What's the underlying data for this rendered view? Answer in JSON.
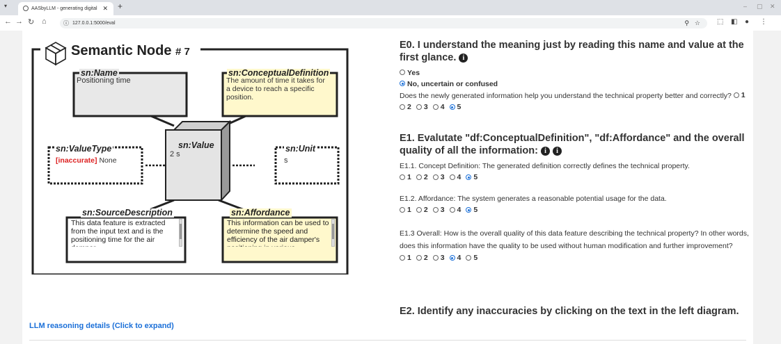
{
  "browser": {
    "tab_title": "AASbyLLM - generating digital",
    "url": "127.0.0.1:5000/eval"
  },
  "diagram": {
    "node_title": "Semantic Node",
    "node_number": "# 7",
    "name": {
      "header": "sn:Name",
      "value": "Positioning time"
    },
    "conceptual_definition": {
      "header": "sn:ConceptualDefinition",
      "value": "The amount of time it takes for a device to reach a specific position."
    },
    "value": {
      "header": "sn:Value",
      "value": "2 s"
    },
    "value_type": {
      "header": "sn:ValueType",
      "tag": "[inaccurate]",
      "value": "None"
    },
    "unit": {
      "header": "sn:Unit",
      "value": "s"
    },
    "source_description": {
      "header": "sn:SourceDescription",
      "value": "This data feature is extracted from the input text and is the positioning time for the air damper."
    },
    "affordance": {
      "header": "sn:Affordance",
      "value": "This information can be used to determine the speed and efficiency of the air damper's positioning in various"
    }
  },
  "llm_link": "LLM reasoning details (Click to expand)",
  "questions": {
    "e0": {
      "title": "E0. I understand the meaning just by reading this name and value at the first glance.",
      "yes": "Yes",
      "no": "No, uncertain or confused",
      "followup": "Does the newly generated information help you understand the technical property better and correctly?",
      "selected_choice": "no",
      "selected_rating": 5
    },
    "e1": {
      "title": "E1. Evalutate \"df:ConceptualDefinition\", \"df:Affordance\" and the overall quality of all the information:",
      "q1": "E1.1. Concept Definition: The generated definition correctly defines the technical property.",
      "q1_rating": 5,
      "q2": "E1.2. Affordance: The system generates a reasonable potential usage for the data.",
      "q2_rating": 5,
      "q3": "E1.3 Overall: How is the overall quality of this data feature describing the technical property? In other words, does this information have the quality to be used without human modification and further improvement?",
      "q3_rating": 4
    },
    "e2": {
      "title": "E2. Identify any inaccuracies by clicking on the text in the left diagram."
    }
  },
  "rating_labels": [
    "1",
    "2",
    "3",
    "4",
    "5"
  ],
  "info_glyph": "i",
  "colors": {
    "accent": "#1a6fd8",
    "inaccurate": "#dd2222",
    "yellow_box": "#fff8cc",
    "grey_box": "#e8e8e8"
  }
}
